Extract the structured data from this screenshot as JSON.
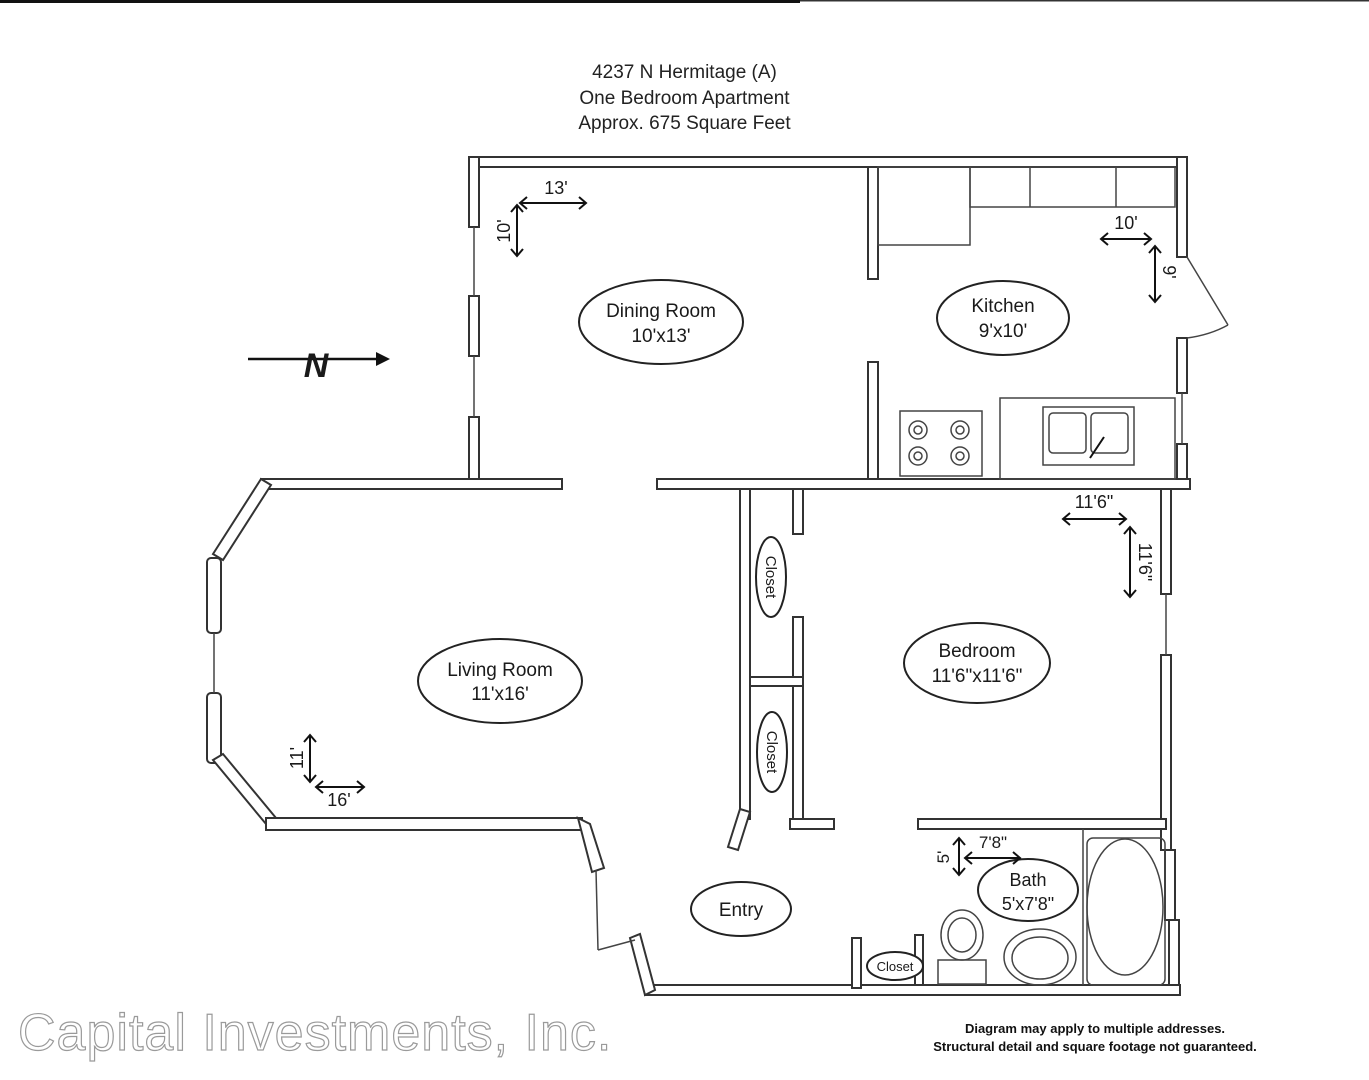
{
  "header": {
    "address": "4237 N Hermitage (A)",
    "unit_type": "One Bedroom Apartment",
    "area": "Approx. 675 Square Feet"
  },
  "compass": {
    "label": "N"
  },
  "rooms": {
    "dining": {
      "name": "Dining Room",
      "size": "10'x13'",
      "dim_w": "13'",
      "dim_h": "10'"
    },
    "kitchen": {
      "name": "Kitchen",
      "size": "9'x10'",
      "dim_w": "10'",
      "dim_h": "9'"
    },
    "living": {
      "name": "Living Room",
      "size": "11'x16'",
      "dim_w": "16'",
      "dim_h": "11'"
    },
    "bedroom": {
      "name": "Bedroom",
      "size": "11'6\"x11'6\"",
      "dim_w": "11'6\"",
      "dim_h": "11'6\""
    },
    "bath": {
      "name": "Bath",
      "size": "5'x7'8\"",
      "dim_w": "7'8\"",
      "dim_h": "5'"
    },
    "entry": {
      "name": "Entry"
    }
  },
  "closets": {
    "upper": "Closet",
    "lower": "Closet",
    "entry": "Closet"
  },
  "footer": {
    "watermark": "Capital Investments, Inc.",
    "disclaimer_1": "Diagram may apply to multiple addresses.",
    "disclaimer_2": "Structural detail and square footage not guaranteed."
  }
}
